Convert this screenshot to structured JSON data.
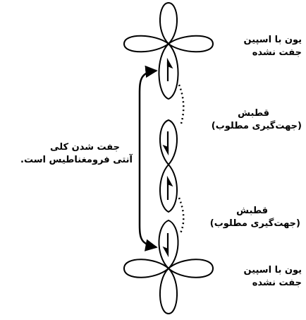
{
  "colors": {
    "ink": "#000000",
    "background": "#ffffff"
  },
  "labels": {
    "top_ion": {
      "line1": "یون با اسپین",
      "line2": "جفت نشده"
    },
    "pole_upper": {
      "line1": "قطبش",
      "line2": "(جهت‌گیری مطلوب)"
    },
    "coupling_note": {
      "line1": "جفت شدن کلی",
      "line2": "آنتی فرومغناطیس است."
    },
    "pole_lower": {
      "line1": "قطبش",
      "line2": "(جهت‌گیری مطلوب)"
    },
    "bottom_ion": {
      "line1": "یون با اسپین",
      "line2": "جفت نشده"
    }
  },
  "spins": [
    "up",
    "down",
    "up",
    "down"
  ],
  "icons": {
    "top_metal": "four-lobe-d-orbital-icon",
    "bottom_metal": "four-lobe-d-orbital-icon",
    "bridge": "two-lobe-p-orbital-icon",
    "coupling": "double-headed-curved-arrow-icon"
  }
}
